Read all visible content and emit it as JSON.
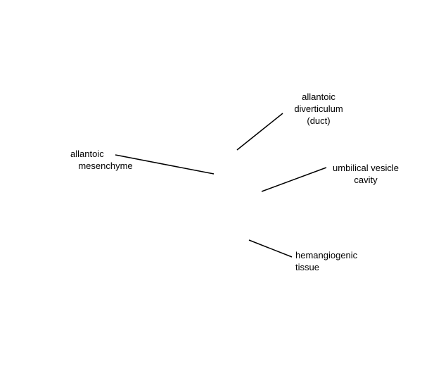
{
  "colors": {
    "background": "#ffffff",
    "text": "#000000",
    "line": "#000000"
  },
  "labels": {
    "allantoic_diverticulum": {
      "lines": [
        "allantoic",
        "diverticulum",
        "(duct)"
      ]
    },
    "allantoic_mesenchyme": {
      "lines": [
        "allantoic",
        "mesenchyme"
      ]
    },
    "umbilical_vesicle_cavity": {
      "lines": [
        "umbilical vesicle",
        "cavity"
      ]
    },
    "hemangiogenic_tissue": {
      "lines": [
        "hemangiogenic",
        "tissue"
      ]
    }
  }
}
